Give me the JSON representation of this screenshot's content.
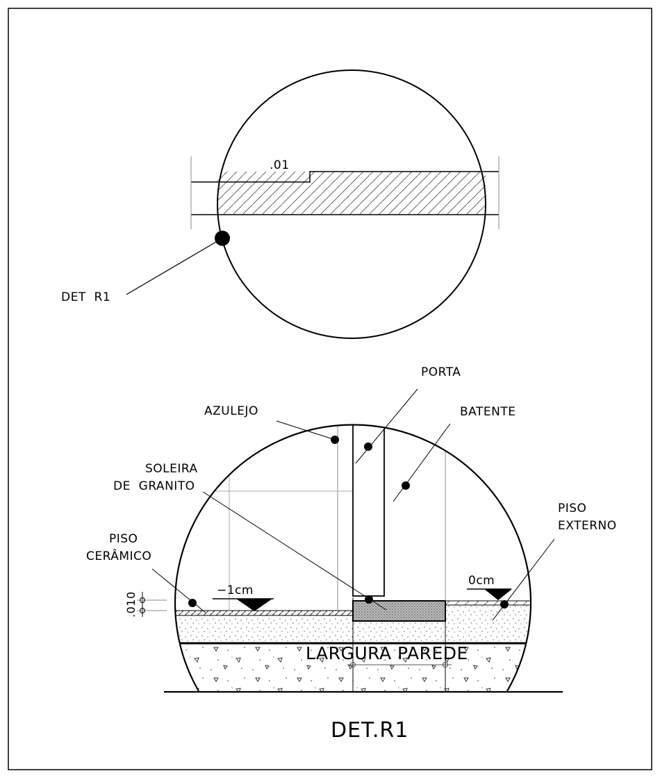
{
  "top_detail": {
    "step_dimension": ".01",
    "callout_label": "DET  R1"
  },
  "section_detail": {
    "labels": {
      "porta": "PORTA",
      "azulejo": "AZULEJO",
      "batente": "BATENTE",
      "soleira_line1": "SOLEIRA",
      "soleira_line2": "DE  GRANITO",
      "piso_externo_line1": "PISO",
      "piso_externo_line2": "EXTERNO",
      "piso_ceramico_line1": "PISO",
      "piso_ceramico_line2": "CERÂMICO"
    },
    "level_left": "−1cm",
    "level_right": "0cm",
    "vertical_dimension": ".010",
    "wall_width_label": "LARGURA PAREDE"
  },
  "title": "DET.R1"
}
